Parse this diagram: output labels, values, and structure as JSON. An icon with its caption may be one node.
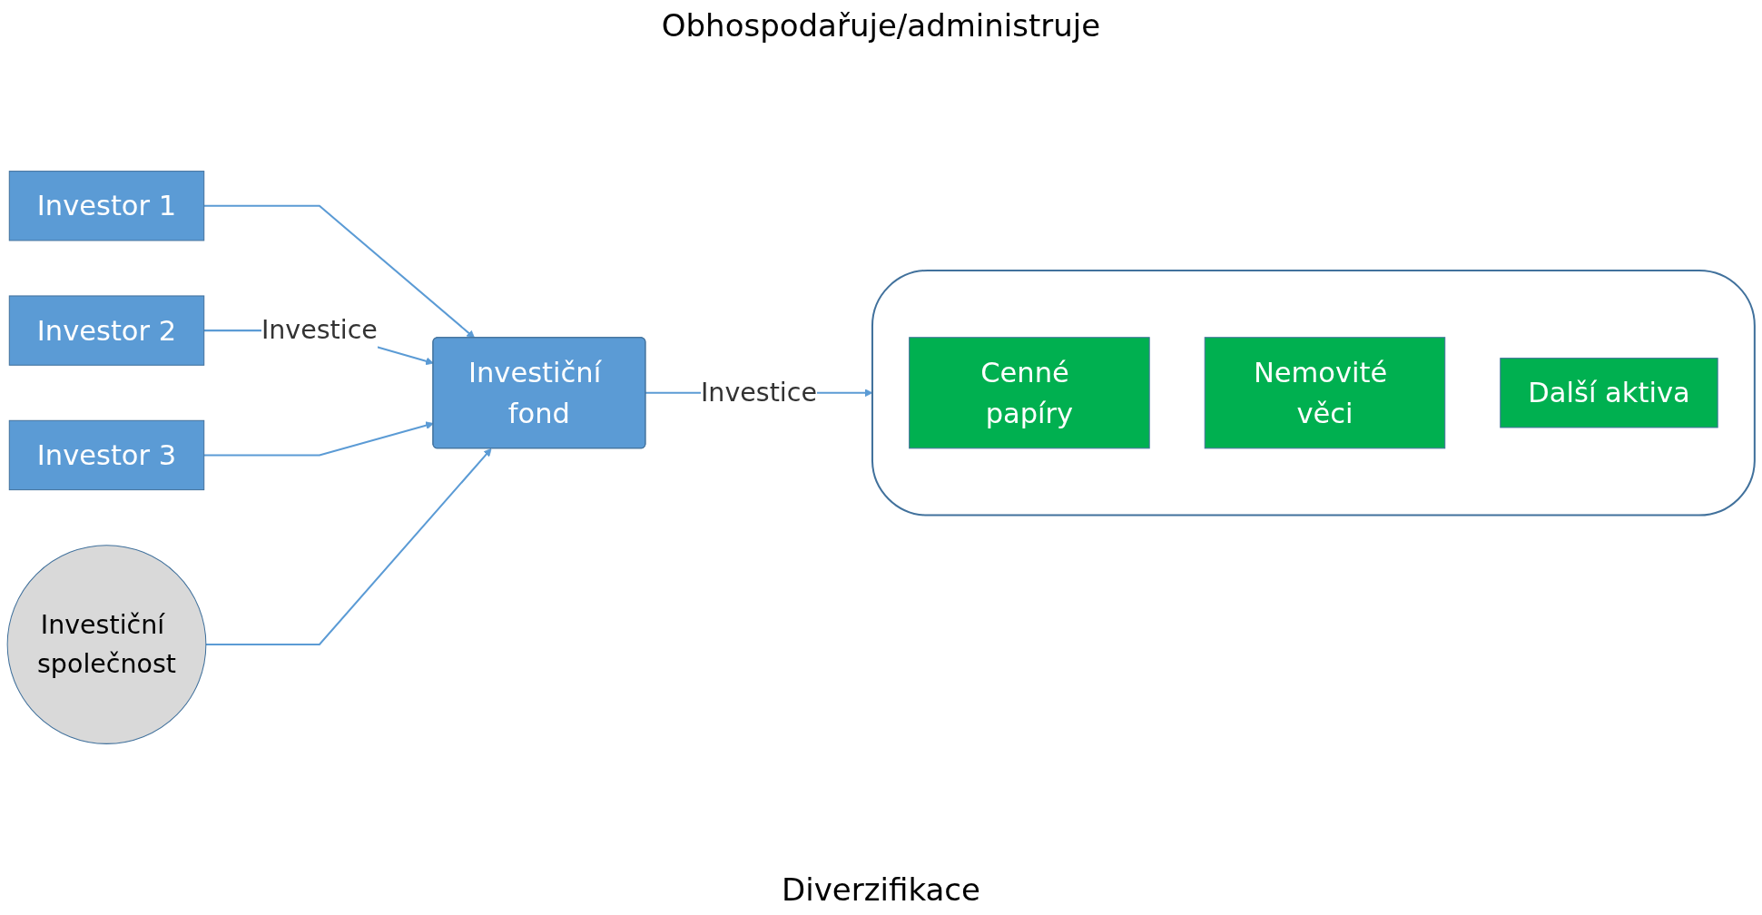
{
  "diagram": {
    "nodes": [
      {
        "text": [
          "Investor 1"
        ]
      },
      {
        "text": [
          "Investor 2"
        ]
      },
      {
        "text": [
          "Investor 3"
        ]
      },
      {
        "text": [
          "Investiční společnost"
        ]
      },
      {
        "text": [
          "Investiční fond"
        ]
      },
      {
        "text": [],
        "shape": "box"
      },
      {
        "text": [
          "Cenné papíry"
        ],
        "in": 5
      },
      {
        "text": [
          "Nemovité věci"
        ],
        "in": 5
      },
      {
        "text": [
          "Další aktiva"
        ],
        "in": 5
      }
    ],
    "edges": [
      {
        "from": 0,
        "to": 4,
        "arrow": "to"
      },
      {
        "from": 1,
        "to": 4,
        "arrow": "to",
        "label": "Investice"
      },
      {
        "from": 2,
        "to": 4,
        "arrow": "to"
      },
      {
        "from": 3,
        "to": 4,
        "arrow": "to"
      },
      {
        "from": 4,
        "to": 5,
        "arrow": "to",
        "label": "Investice"
      }
    ],
    "labels": [
      "Obhospodařuje/administruje",
      "Diverzifikace"
    ]
  }
}
